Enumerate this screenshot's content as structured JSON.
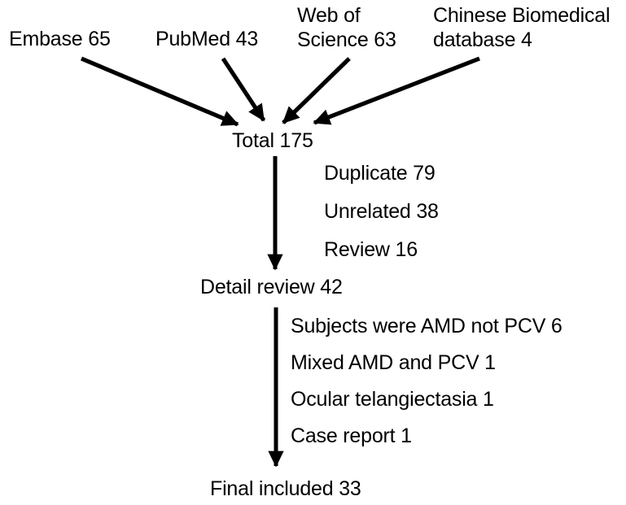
{
  "diagram": {
    "title": "Study selection flow diagram",
    "type": "prisma-flow",
    "stroke_color": "#000000",
    "text_color": "#000000",
    "background_color": "#ffffff"
  },
  "sources": [
    {
      "id": "embase",
      "label": "Embase 65",
      "name": "Embase",
      "count": 65
    },
    {
      "id": "pubmed",
      "label": "PubMed 43",
      "name": "PubMed",
      "count": 43
    },
    {
      "id": "wos",
      "label": "Web of\nScience 63",
      "name": "Web of Science",
      "count": 63
    },
    {
      "id": "cbm",
      "label": "Chinese Biomedical\ndatabase 4",
      "name": "Chinese Biomedical database",
      "count": 4
    }
  ],
  "nodes": {
    "total": {
      "label": "Total 175",
      "name": "Total",
      "count": 175
    },
    "detail_review": {
      "label": "Detail review 42",
      "name": "Detail review",
      "count": 42
    },
    "final": {
      "label": "Final included 33",
      "name": "Final included",
      "count": 33
    }
  },
  "exclusions_stage1": [
    {
      "label": "Duplicate 79",
      "reason": "Duplicate",
      "count": 79
    },
    {
      "label": "Unrelated 38",
      "reason": "Unrelated",
      "count": 38
    },
    {
      "label": "Review 16",
      "reason": "Review",
      "count": 16
    }
  ],
  "exclusions_stage2": [
    {
      "label": "Subjects were AMD not PCV 6",
      "reason": "Subjects were AMD not PCV",
      "count": 6
    },
    {
      "label": "Mixed AMD and PCV 1",
      "reason": "Mixed AMD and PCV",
      "count": 1
    },
    {
      "label": "Ocular telangiectasia 1",
      "reason": "Ocular telangiectasia",
      "count": 1
    },
    {
      "label": "Case report 1",
      "reason": "Case report",
      "count": 1
    }
  ],
  "chart_data": {
    "type": "diagram",
    "title": "Study selection flow diagram",
    "categories": [
      "Embase",
      "PubMed",
      "Web of Science",
      "Chinese Biomedical database",
      "Total",
      "Duplicate",
      "Unrelated",
      "Review",
      "Detail review",
      "Subjects were AMD not PCV",
      "Mixed AMD and PCV",
      "Ocular telangiectasia",
      "Case report",
      "Final included"
    ],
    "values": [
      65,
      43,
      63,
      4,
      175,
      79,
      38,
      16,
      42,
      6,
      1,
      1,
      1,
      33
    ]
  }
}
